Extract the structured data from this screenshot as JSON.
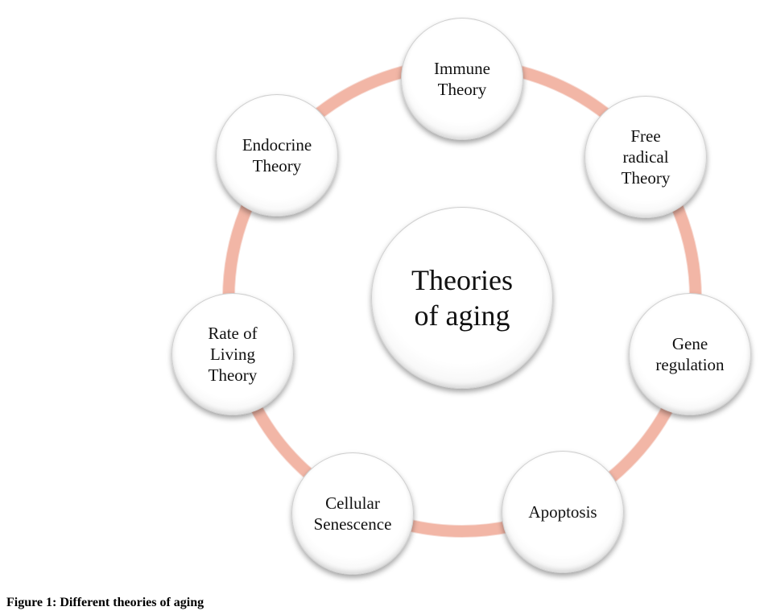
{
  "diagram": {
    "center": "Theories\nof aging",
    "nodes": [
      "Immune\nTheory",
      "Free\nradical\nTheory",
      "Gene\nregulation",
      "Apoptosis",
      "Cellular\nSenescence",
      "Rate of\nLiving\nTheory",
      "Endocrine\nTheory"
    ],
    "colors": {
      "ring": "#f2b6a6"
    }
  },
  "caption": "Figure 1: Different theories of aging"
}
